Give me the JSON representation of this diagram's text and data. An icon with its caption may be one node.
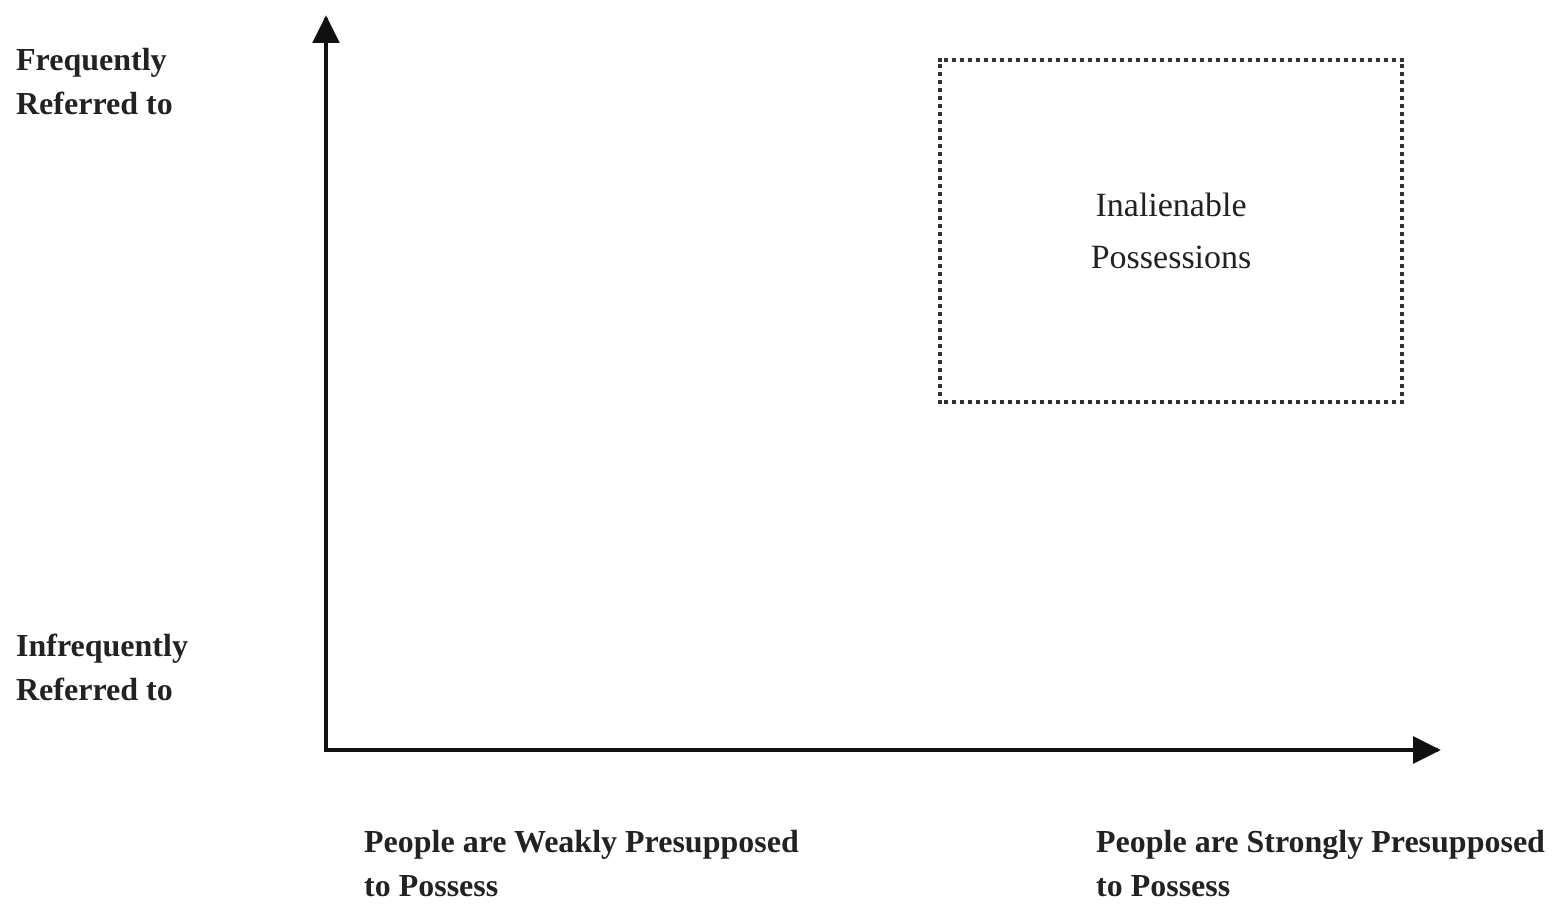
{
  "diagram": {
    "nodes": [
      {
        "text": [
          "Inalienable Possessions"
        ]
      }
    ],
    "edges": [],
    "labels": [
      "Frequently Referred to",
      "Infrequently Referred to",
      "People are Weakly Presupposed to Possess",
      "People are Strongly Presupposed to Possess"
    ]
  }
}
